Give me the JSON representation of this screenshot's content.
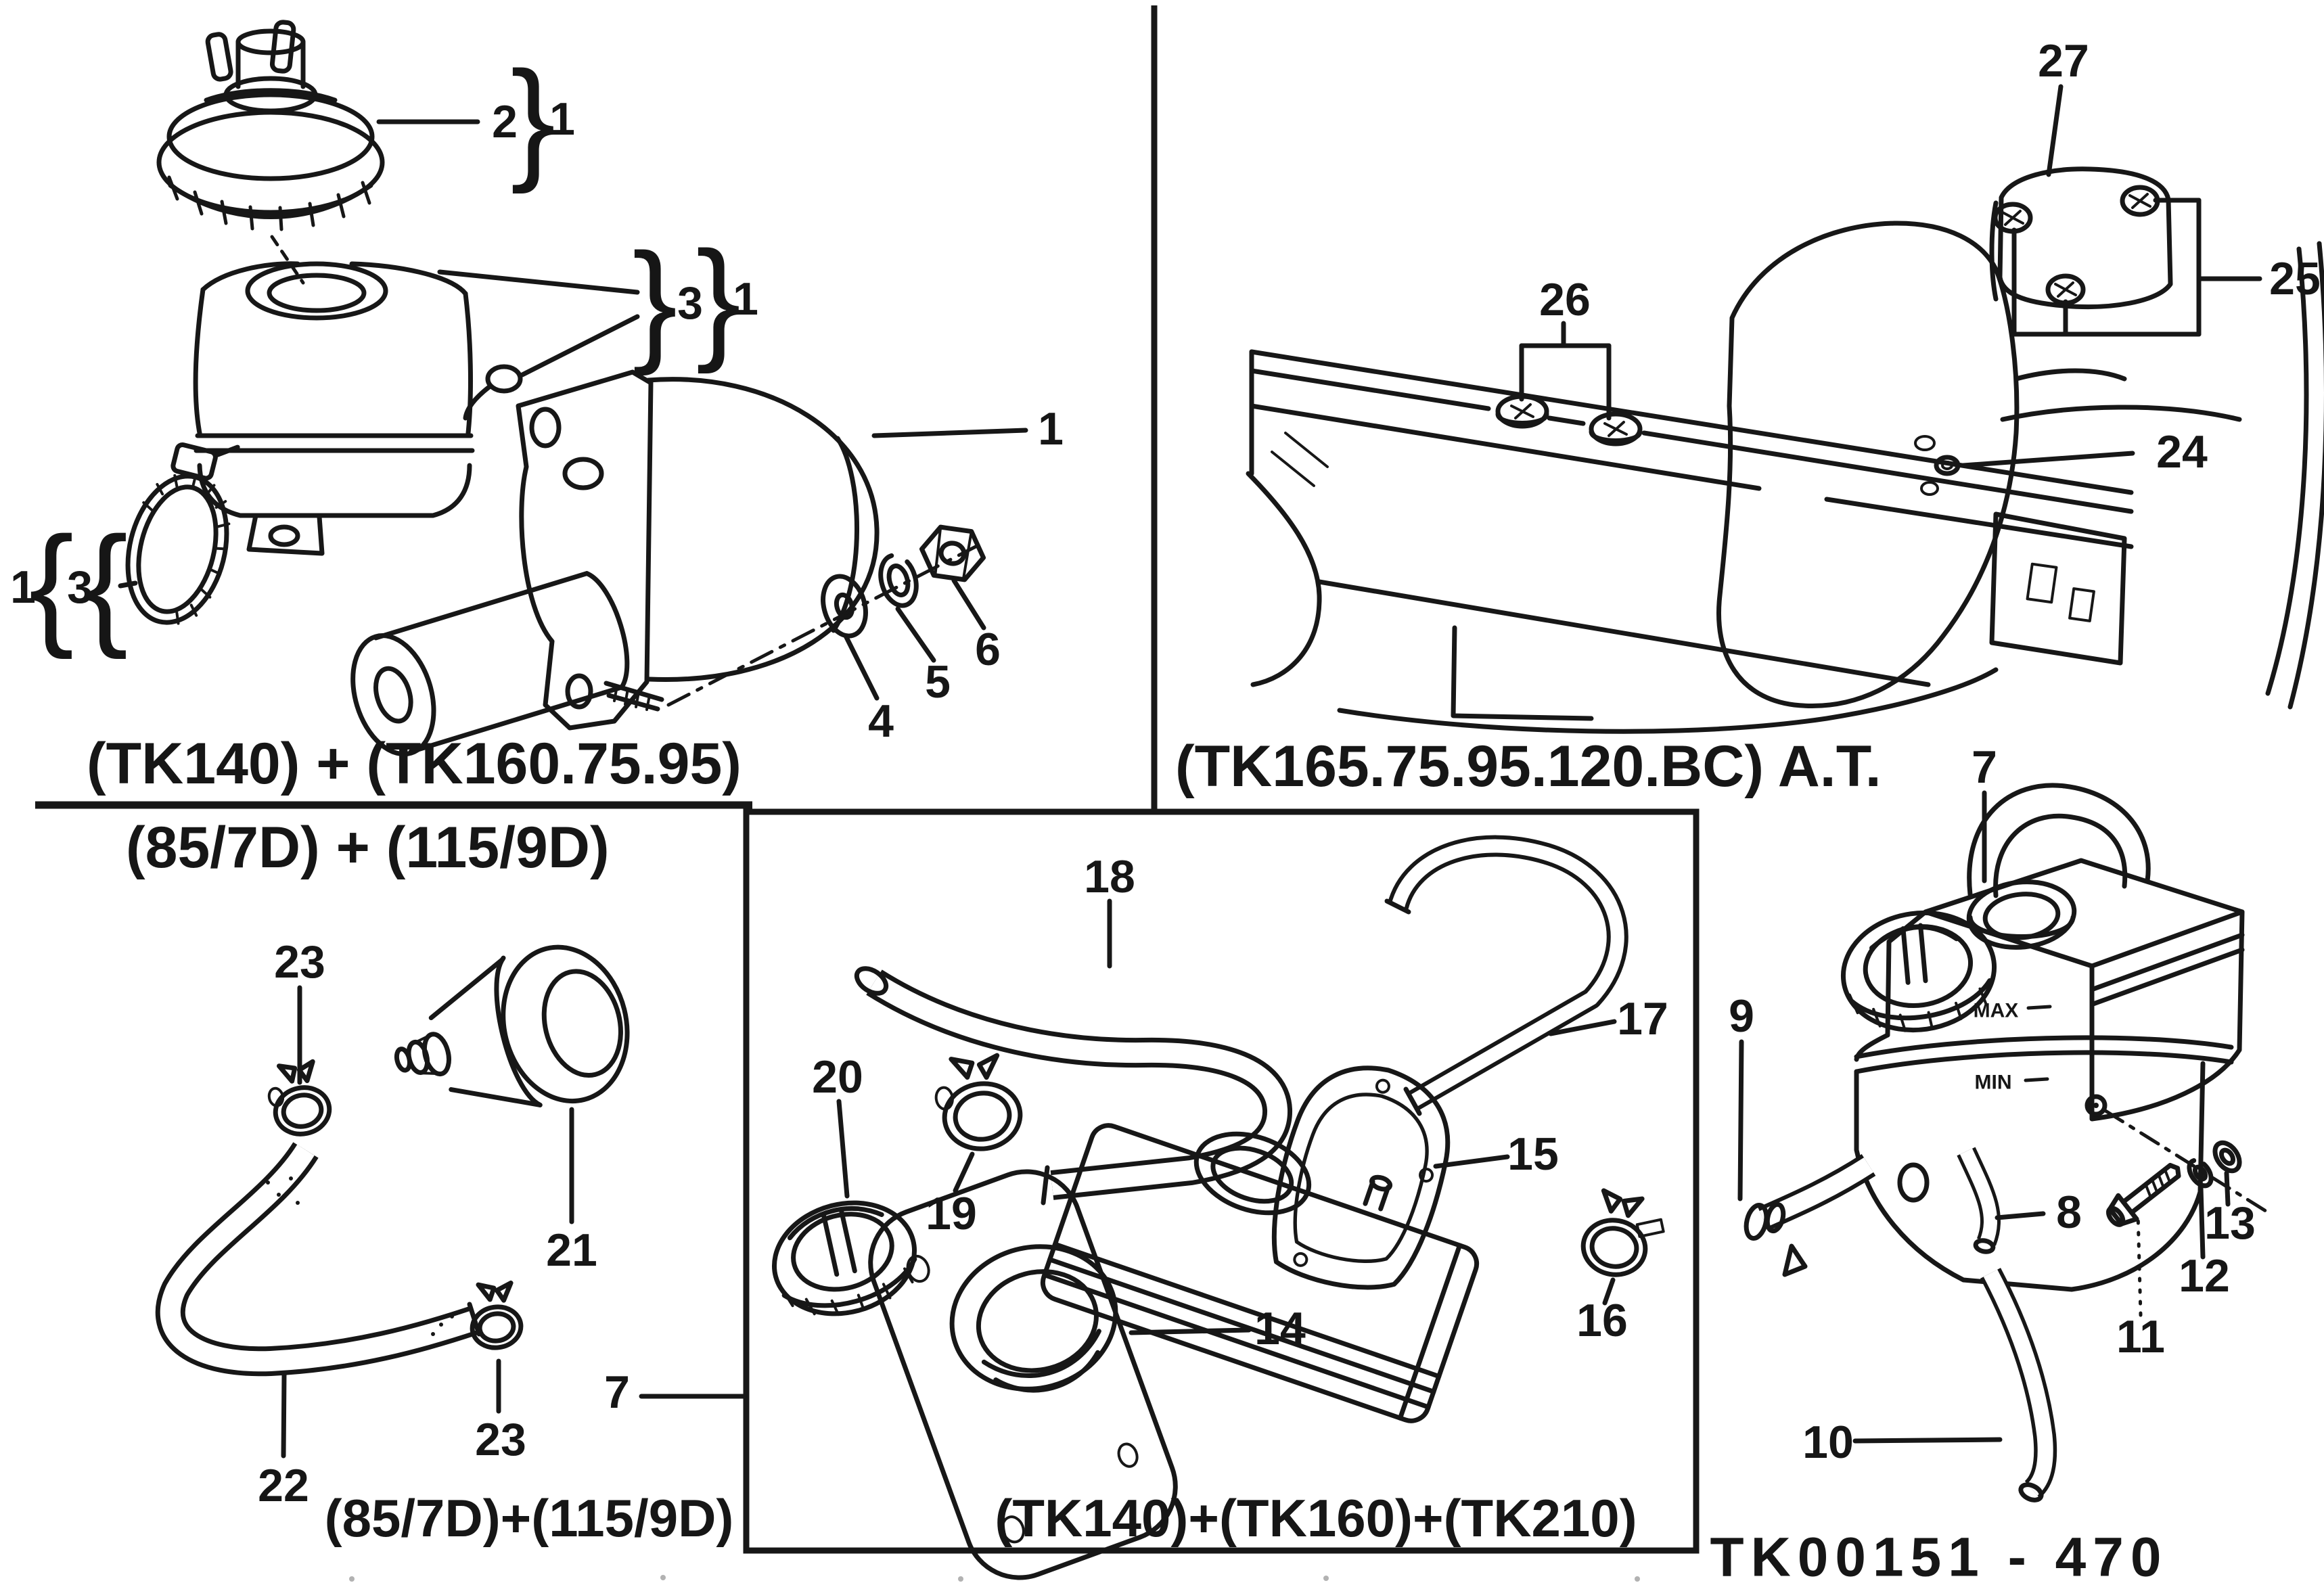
{
  "sections": {
    "booster_assembly": {
      "caption": "(TK140) + (TK160.75.95)",
      "caption2": "(85/7D) + (115/9D)",
      "booster_num": "1",
      "group_cap": {
        "num": "2",
        "brace": "}",
        "group": "1"
      },
      "group_reservoir": {
        "brace_tall": "}",
        "num": "3",
        "brace": "}",
        "group": "1"
      },
      "group_clamp": {
        "group": "1",
        "brace_tall": "{",
        "num": "3",
        "brace": "{"
      },
      "washer_num": "4",
      "spring_washer_num": "5",
      "nut_num": "6"
    },
    "panel_assembly": {
      "caption": "(TK165.75.95.120.BC) A.T.",
      "grommet_num": "24",
      "plate_group_num": "25",
      "bolts_num": "26",
      "cover_num": "27"
    },
    "reservoir_kit": {
      "caption": "(TK140)+(TK160)+(TK210)",
      "kit_num": "7",
      "reservoir_num": "14",
      "gasket_num": "15",
      "clamp_small_num": "16",
      "hose_hook_num": "17",
      "hose_s_num": "18",
      "clamp_num": "19",
      "cap_num": "20"
    },
    "hose_kit": {
      "caption": "(85/7D)+(115/9D)",
      "valve_num": "21",
      "hose_num": "22",
      "clamp_upper_num": "23",
      "clamp_lower_num": "23"
    },
    "remote_reservoir": {
      "assembly_num": "7",
      "hose_upper_num": "8",
      "outlet_num": "9",
      "hose_lower_num": "10",
      "bolt_num": "11",
      "spring_washer_num": "12",
      "washer_num": "13",
      "max_mark": "MAX",
      "min_mark": "MIN"
    },
    "drawing_number": "TK00151 - 470"
  }
}
